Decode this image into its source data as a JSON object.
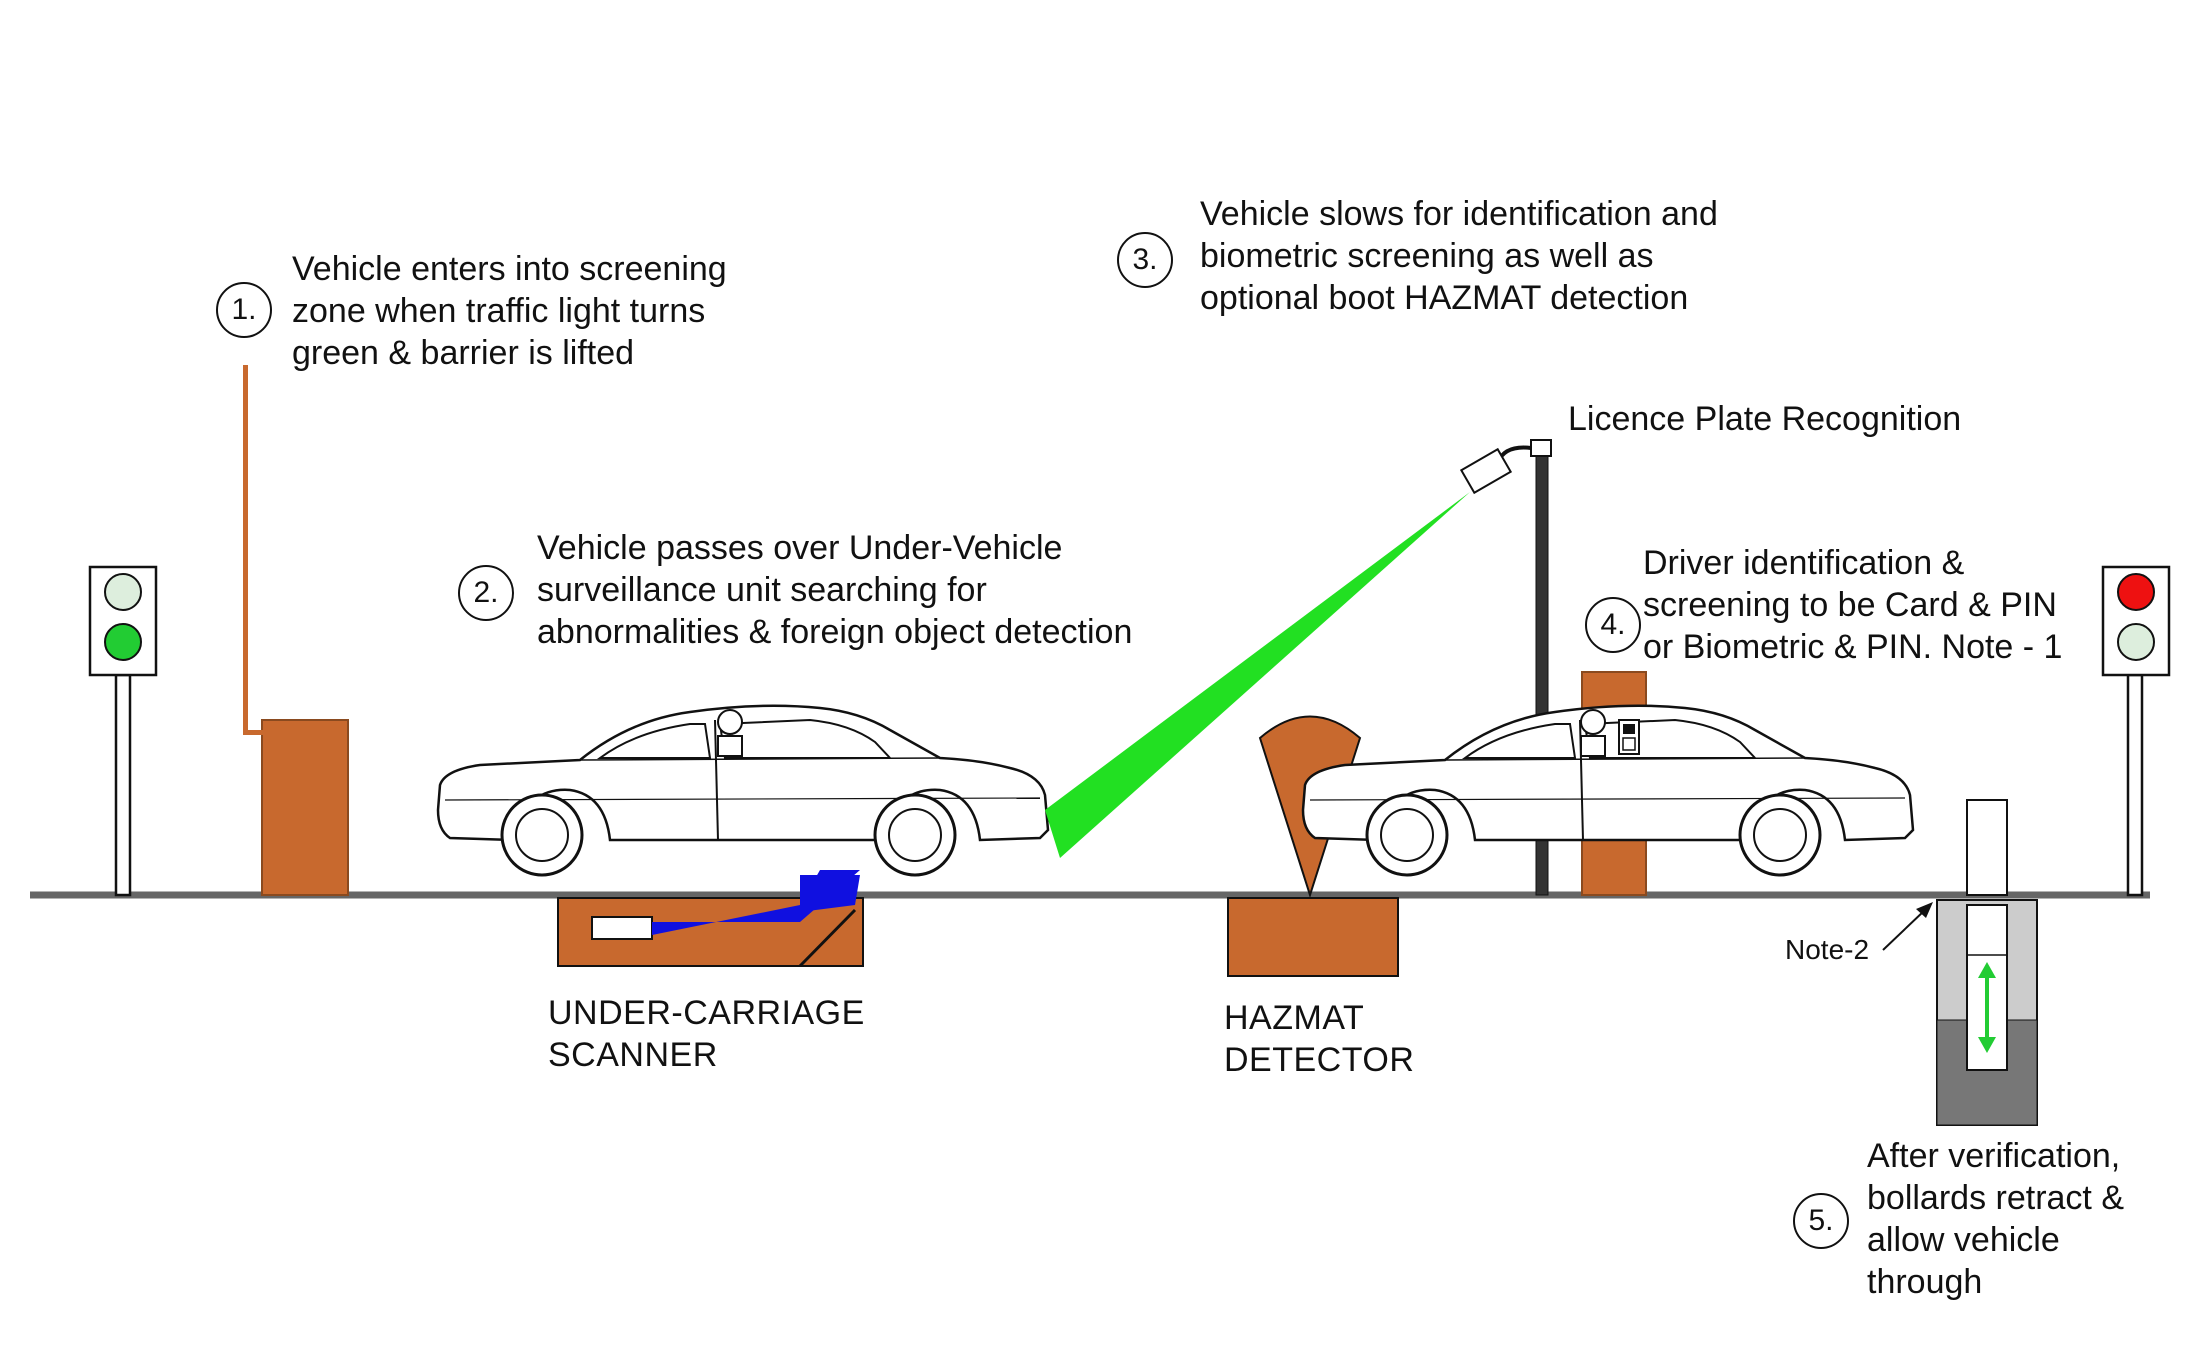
{
  "steps": [
    {
      "num": "1.",
      "lines": [
        "Vehicle enters into screening",
        "zone when traffic light turns",
        "green & barrier is lifted"
      ]
    },
    {
      "num": "2.",
      "lines": [
        "Vehicle passes over Under-Vehicle",
        "surveillance unit searching for",
        "abnormalities & foreign object detection"
      ]
    },
    {
      "num": "3.",
      "lines": [
        "Vehicle slows for identification and",
        "biometric screening as well as",
        "optional boot HAZMAT detection"
      ]
    },
    {
      "num": "4.",
      "lines": [
        "Driver identification &",
        "screening to be Card & PIN",
        "or Biometric & PIN. Note - 1"
      ]
    },
    {
      "num": "5.",
      "lines": [
        "After verification,",
        "bollards retract &",
        "allow vehicle",
        "through"
      ]
    }
  ],
  "labels": {
    "lpr": "Licence Plate Recognition",
    "scanner": [
      "UNDER-CARRIAGE",
      "SCANNER"
    ],
    "hazmat": [
      "HAZMAT",
      "DETECTOR"
    ],
    "note2": "Note-2"
  },
  "colors": {
    "equipment": "#C8692E",
    "beam_green": "#22E022",
    "scan_blue": "#1010E0",
    "light_green": "#22CC33",
    "light_red": "#EE1111",
    "light_off": "#DDEEDD",
    "ground": "#666666"
  },
  "icons": {
    "left_light": "traffic-light-green",
    "right_light": "traffic-light-red",
    "bollard_arrow": "up-down-arrow-icon"
  }
}
